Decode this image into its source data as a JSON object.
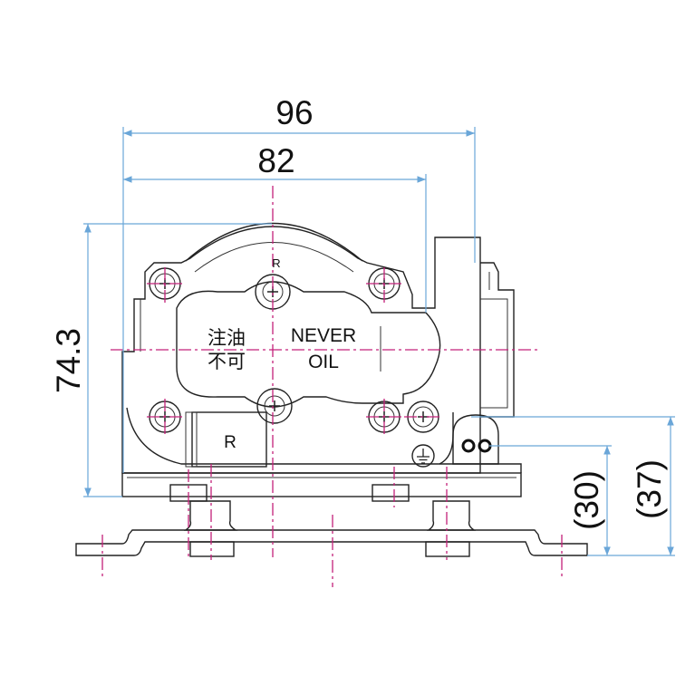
{
  "dimensions": {
    "overall_width": "96",
    "mounting_width": "82",
    "height": "74.3",
    "port_height": "(30)",
    "cover_height": "(37)"
  },
  "labels": {
    "warning_jp_line1": "注油",
    "warning_jp_line2": "不可",
    "warning_en_line1": "NEVER",
    "warning_en_line2": "OIL",
    "rotation_mark_top": "R",
    "rotation_mark_bottom": "R"
  },
  "colors": {
    "dimension_line": "#6aa6d8",
    "center_line": "#c3207a",
    "outline": "#222222"
  },
  "icons": [
    "ground-symbol-icon",
    "screw-icon"
  ]
}
